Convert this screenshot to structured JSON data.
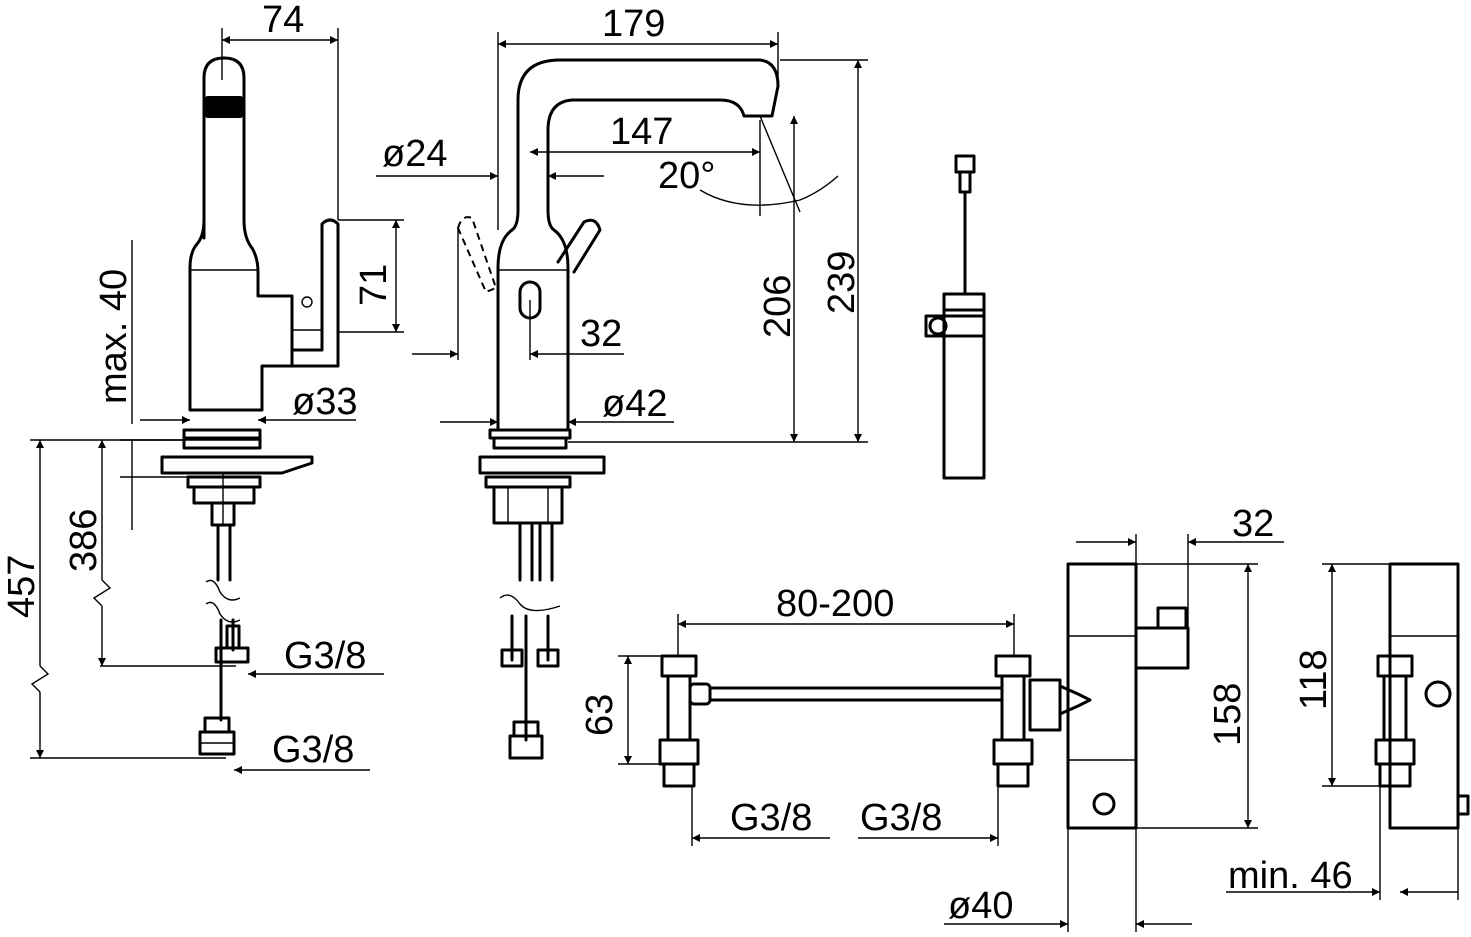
{
  "labels": {
    "w74": "74",
    "w179": "179",
    "w147": "147",
    "d24": "ø24",
    "a20": "20°",
    "h71": "71",
    "max40": "max. 40",
    "w32a": "32",
    "h206": "206",
    "h239": "239",
    "d33": "ø33",
    "d42": "ø42",
    "h386": "386",
    "h457": "457",
    "g38a": "G3/8",
    "g38b": "G3/8",
    "w32b": "32",
    "w80200": "80-200",
    "h63": "63",
    "h158": "158",
    "h118": "118",
    "g38c": "G3/8",
    "g38d": "G3/8",
    "d40": "ø40",
    "min46": "min. 46"
  }
}
